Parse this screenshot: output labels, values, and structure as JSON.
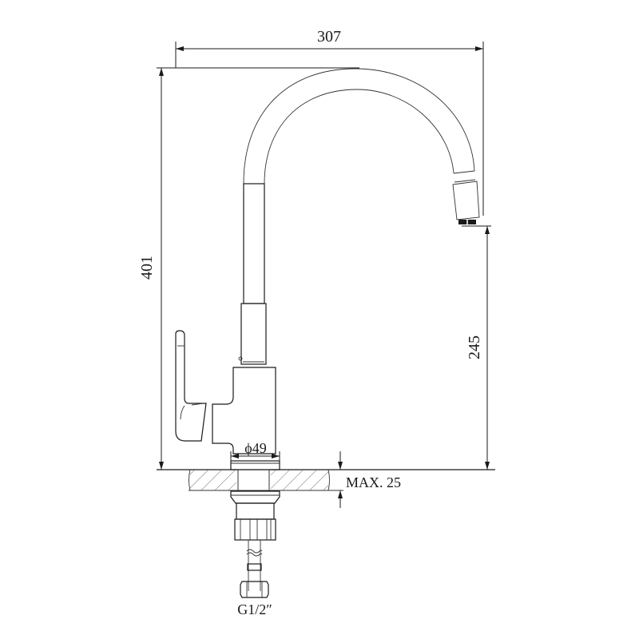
{
  "drawing": {
    "subject": "Kitchen faucet dimensional drawing",
    "dimensions": {
      "overall_reach": "307",
      "overall_height": "401",
      "spout_height": "245",
      "base_diameter": "ϕ49",
      "max_counter_thickness": "MAX. 25",
      "connection_thread": "G1/2″"
    },
    "colors": {
      "line": "#1a1a1a",
      "background": "#ffffff"
    }
  }
}
